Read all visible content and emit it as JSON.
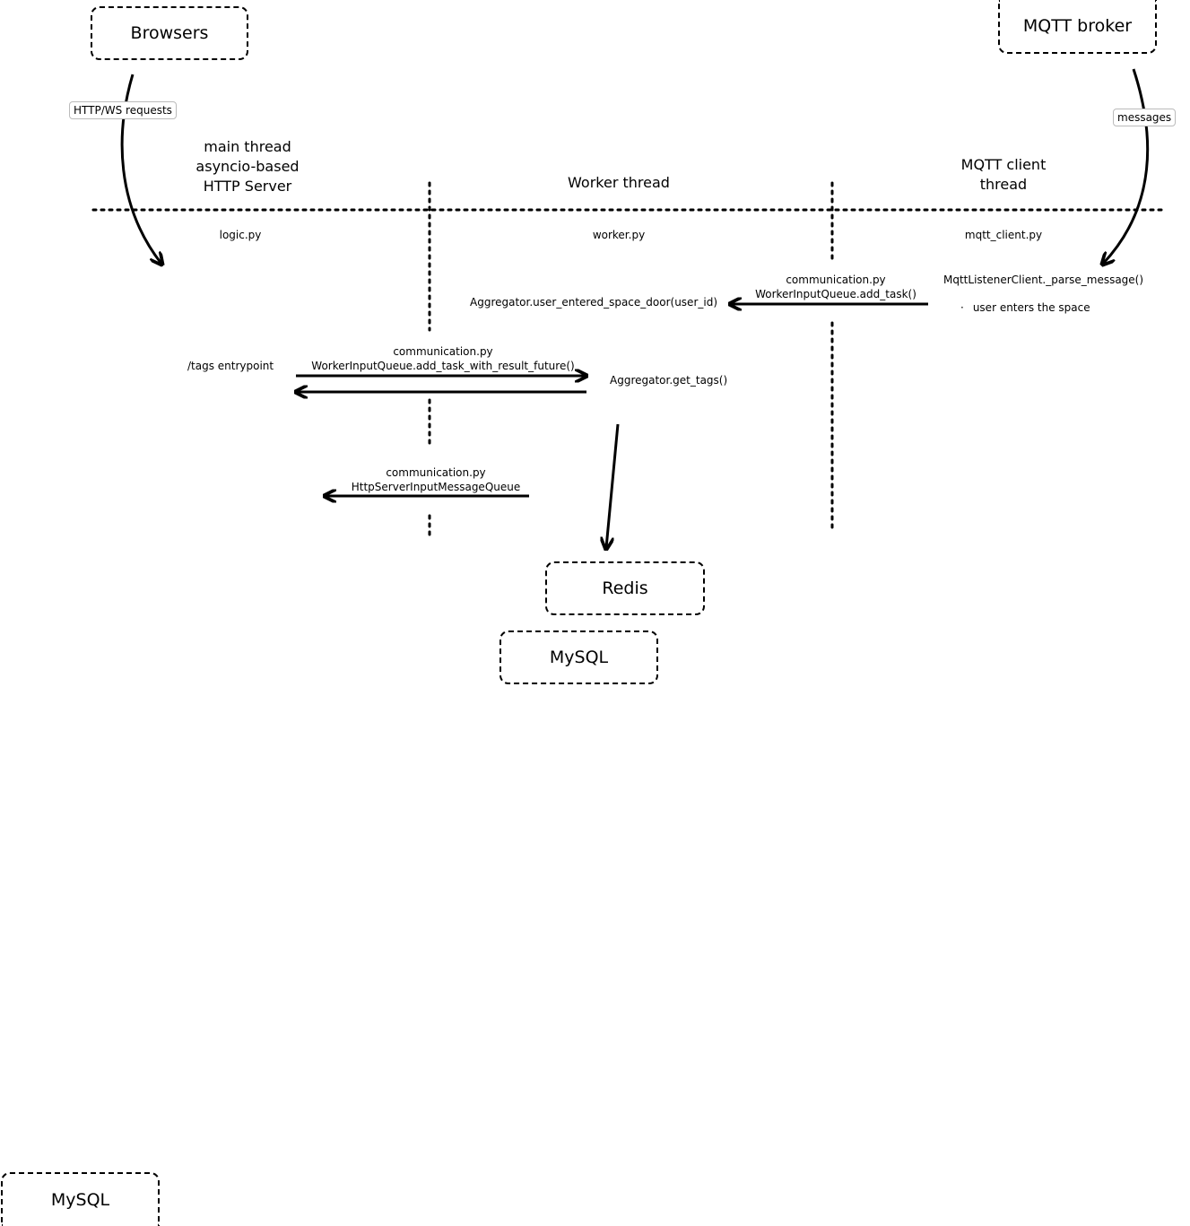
{
  "nodes": {
    "browsers": "Browsers",
    "mqtt_broker": "MQTT broker",
    "redis": "Redis",
    "mysql": "MySQL",
    "mysql_stray": "MySQL"
  },
  "edge_labels": {
    "http_ws": "HTTP/WS requests",
    "messages": "messages"
  },
  "columns": {
    "main": {
      "title_lines": [
        "main thread",
        "asyncio-based",
        "HTTP Server"
      ],
      "file": "logic.py"
    },
    "worker": {
      "title": "Worker thread",
      "file": "worker.py"
    },
    "mqtt": {
      "title_lines": [
        "MQTT client",
        "thread"
      ],
      "file": "mqtt_client.py"
    }
  },
  "labels": {
    "parse_message": "MqttListenerClient._parse_message()",
    "bullet": "·",
    "user_enters": "user enters the space",
    "comm1_file": "communication.py",
    "comm1_method": "WorkerInputQueue.add_task()",
    "user_entered_door": "Aggregator.user_entered_space_door(user_id)",
    "tags_entrypoint": "/tags entrypoint",
    "comm2_file": "communication.py",
    "comm2_method": "WorkerInputQueue.add_task_with_result_future()",
    "get_tags": "Aggregator.get_tags()",
    "comm3_file": "communication.py",
    "comm3_method": "HttpServerInputMessageQueue"
  }
}
